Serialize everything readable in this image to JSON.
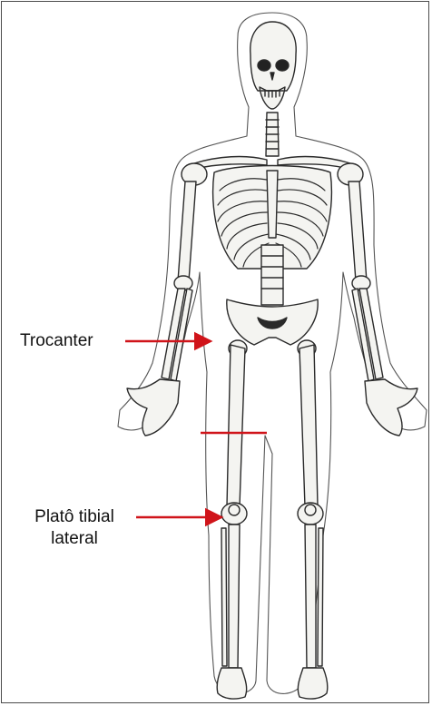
{
  "labels": {
    "trochanter": "Trocanter",
    "plateau_line1": "Platô tibial",
    "plateau_line2": "lateral"
  },
  "colors": {
    "arrow": "#d0141a",
    "bone_stroke": "#2a2a2a",
    "bone_fill": "#f4f4f1",
    "frame": "#4a4a4a"
  },
  "icons": {
    "figure": "human-skeleton-anterior-view",
    "pointer": "right-arrow"
  }
}
